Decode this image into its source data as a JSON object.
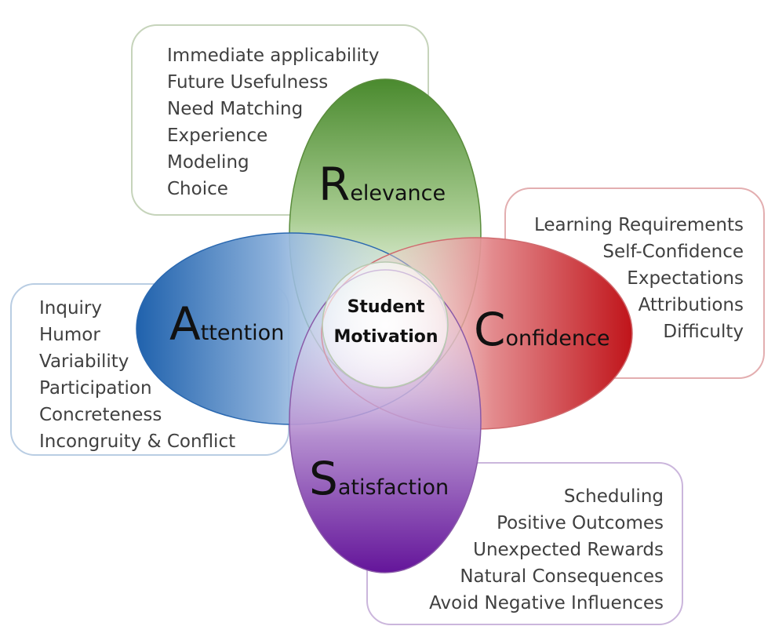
{
  "center": {
    "line1": "Student",
    "line2": "Motivation"
  },
  "relevance": {
    "initial": "R",
    "rest": "elevance",
    "color": "#4a8a2e",
    "items": [
      "Immediate applicability",
      "Future Usefulness",
      "Need Matching",
      "Experience",
      "Modeling",
      "Choice"
    ]
  },
  "attention": {
    "initial": "A",
    "rest": "ttention",
    "color": "#2a68b0",
    "items": [
      "Inquiry",
      "Humor",
      "Variability",
      "Participation",
      "Concreteness",
      "Incongruity & Conflict"
    ]
  },
  "confidence": {
    "initial": "C",
    "rest": "onfidence",
    "color": "#c0141a",
    "items": [
      "Learning Requirements",
      "Self-Confidence",
      "Expectations",
      "Attributions",
      "Difficulty"
    ]
  },
  "satisfaction": {
    "initial": "S",
    "rest": "atisfaction",
    "color": "#6a1e9a",
    "items": [
      "Scheduling",
      "Positive Outcomes",
      "Unexpected Rewards",
      "Natural Consequences",
      "Avoid Negative Influences"
    ]
  }
}
